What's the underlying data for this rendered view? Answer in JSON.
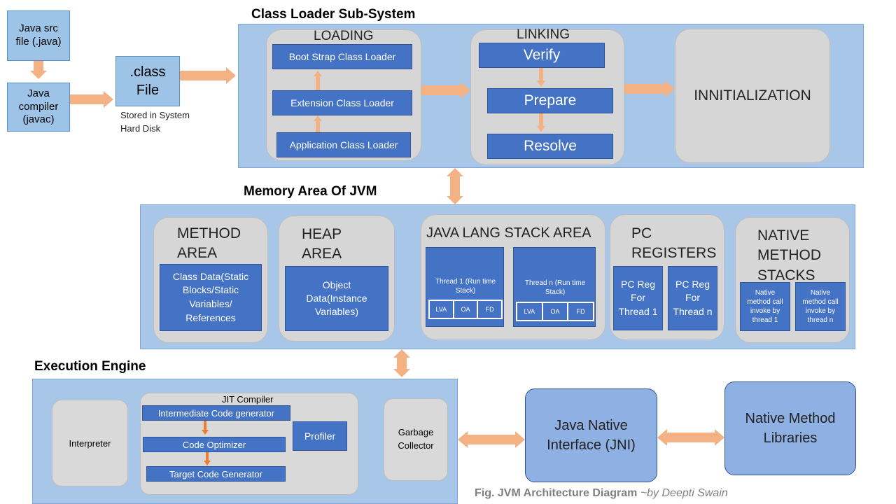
{
  "source": {
    "java_src": "Java src file (.java)",
    "java_compiler": "Java compiler (javac)",
    "class_file": ".class File",
    "stored_note": "Stored in System Hard Disk"
  },
  "class_loader": {
    "title": "Class Loader Sub-System",
    "loading": {
      "title": "LOADING",
      "items": [
        "Boot Strap Class Loader",
        "Extension Class Loader",
        "Application Class Loader"
      ]
    },
    "linking": {
      "title": "LINKING",
      "items": [
        "Verify",
        "Prepare",
        "Resolve"
      ]
    },
    "initialization": "INNITIALIZATION"
  },
  "memory_area": {
    "title": "Memory Area Of JVM",
    "method_area": {
      "title": "METHOD AREA",
      "content": "Class Data(Static Blocks/Static Variables/ References"
    },
    "heap_area": {
      "title": "HEAP AREA",
      "content": "Object Data(Instance Variables)"
    },
    "stack_area": {
      "title": "JAVA LANG STACK AREA",
      "threads": [
        {
          "label": "Thread 1 (Run time Stack)",
          "cells": [
            "LVA",
            "OA",
            "FD"
          ]
        },
        {
          "label": "Thread n (Run time Stack)",
          "cells": [
            "LVA",
            "OA",
            "FD"
          ]
        }
      ]
    },
    "pc_registers": {
      "title": "PC REGISTERS",
      "items": [
        "PC Reg For Thread 1",
        "PC Reg For Thread n"
      ]
    },
    "native_stacks": {
      "title": "NATIVE METHOD STACKS",
      "items": [
        "Native method call invoke by thread 1",
        "Native method call invoke by thread n"
      ]
    }
  },
  "execution_engine": {
    "title": "Execution Engine",
    "interpreter": "Interpreter",
    "jit": {
      "title": "JIT Compiler",
      "steps": [
        "Intermediate Code generator",
        "Code Optimizer",
        "Target Code Generator"
      ],
      "profiler": "Profiler"
    },
    "gc": "Garbage Collector"
  },
  "jni": "Java Native Interface (JNI)",
  "native_libraries": "Native Method Libraries",
  "caption": {
    "main": "Fig. JVM Architecture Diagram",
    "author": "~by Deepti Swain"
  },
  "colors": {
    "section_bg": "#a8c6e8",
    "box_blue": "#4472c4",
    "arrow": "#f4b183",
    "panel_gray": "#d6d6d6"
  }
}
